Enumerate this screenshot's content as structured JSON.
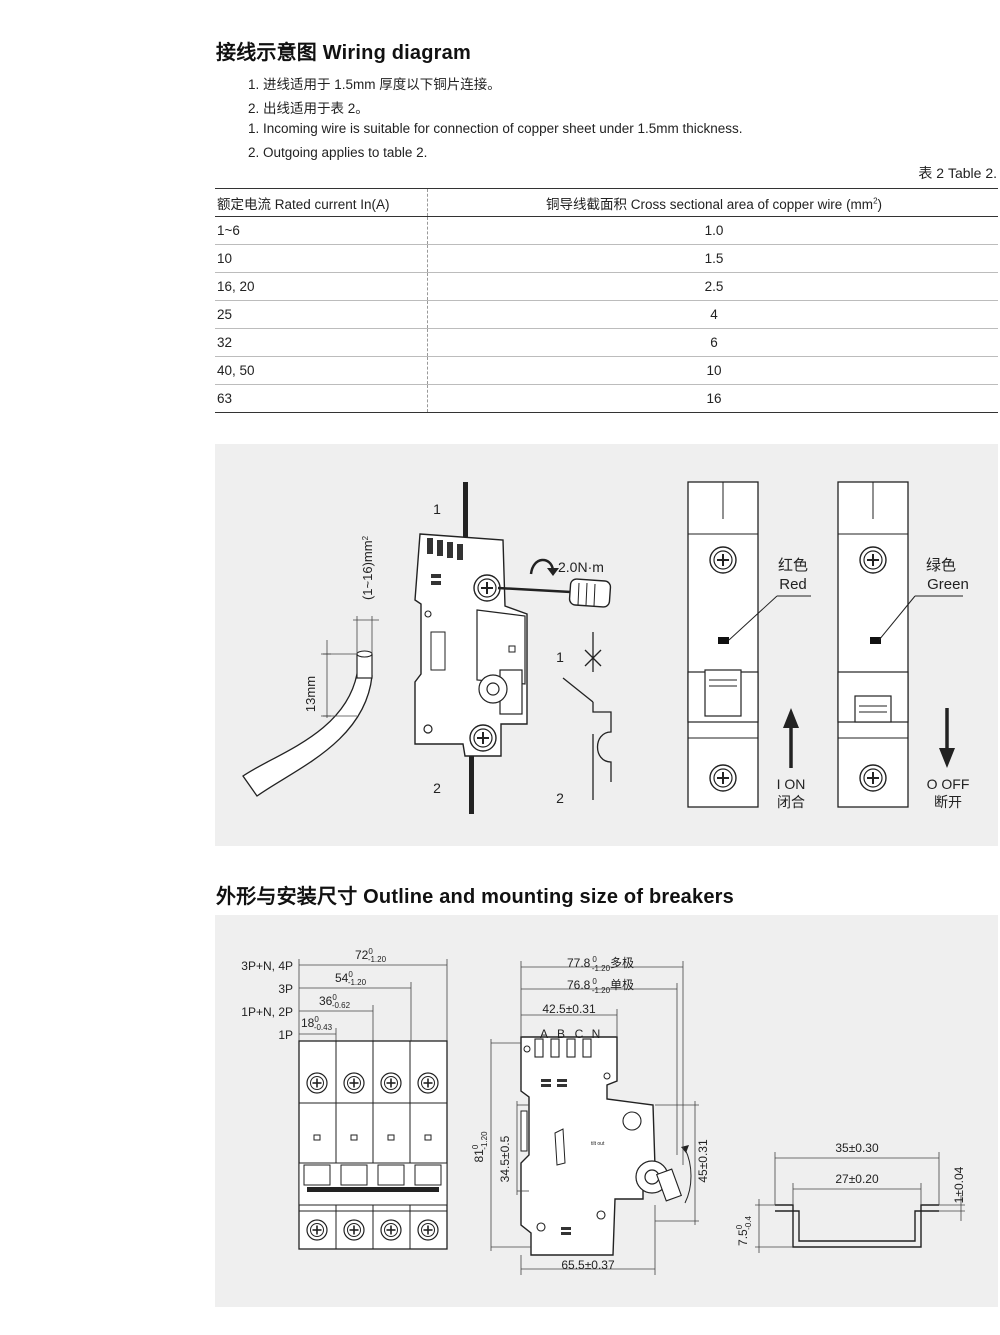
{
  "wiring": {
    "title": "接线示意图 Wiring diagram",
    "notes": [
      "1. 进线适用于 1.5mm 厚度以下铜片连接。",
      "2. 出线适用于表 2。",
      "1. Incoming wire is suitable for connection of copper sheet under 1.5mm thickness.",
      "2. Outgoing applies to table 2."
    ],
    "table_caption": "表 2 Table 2.",
    "table": {
      "header_current": "额定电流 Rated current In(A)",
      "header_area": "铜导线截面积 Cross sectional area of copper wire (mm",
      "header_area_sup": "2",
      "header_area_close": ")",
      "rows": [
        {
          "current": "1~6",
          "area": "1.0"
        },
        {
          "current": "10",
          "area": "1.5"
        },
        {
          "current": "16, 20",
          "area": "2.5"
        },
        {
          "current": "25",
          "area": "4"
        },
        {
          "current": "32",
          "area": "6"
        },
        {
          "current": "40, 50",
          "area": "10"
        },
        {
          "current": "63",
          "area": "16"
        }
      ]
    }
  },
  "diagram": {
    "terminal_top": "1",
    "terminal_bottom": "2",
    "torque": "2.0N·m",
    "wire_section": "(1~16)mm",
    "wire_section_sup": "2",
    "strip_length": "13mm",
    "schematic_top": "1",
    "schematic_bottom": "2",
    "red_cn": "红色",
    "red_en": "Red",
    "green_cn": "绿色",
    "green_en": "Green",
    "on_en": "I ON",
    "on_cn": "闭合",
    "off_en": "O OFF",
    "off_cn": "断开"
  },
  "outline": {
    "title": "外形与安装尺寸 Outline and mounting size of breakers",
    "poles": [
      "3P+N, 4P",
      "3P",
      "1P+N, 2P",
      "1P"
    ],
    "w4": "72",
    "w4_tol_up": "0",
    "w4_tol_dn": "-1.20",
    "w3": "54",
    "w3_tol_up": "0",
    "w3_tol_dn": "-1.20",
    "w2": "36",
    "w2_tol_up": "0",
    "w2_tol_dn": "-0.62",
    "w1": "18",
    "w1_tol_up": "0",
    "w1_tol_dn": "-0.43",
    "depth_multi": "77.8",
    "depth_multi_tol_up": "0",
    "depth_multi_tol_dn": "-1.20",
    "depth_multi_label": "多极",
    "depth_single": "76.8",
    "depth_single_tol_up": "0",
    "depth_single_tol_dn": "-1.20",
    "depth_single_label": "单极",
    "depth_front": "42.5±0.31",
    "terminals": [
      "A",
      "B",
      "C",
      "N"
    ],
    "height": "81",
    "height_tol_up": "0",
    "height_tol_dn": "-1.20",
    "dim_345": "34.5±0.5",
    "dim_45": "45±0.31",
    "dim_655": "65.5±0.37",
    "rail_w35": "35±0.30",
    "rail_w27": "27±0.20",
    "rail_t": "1±0.04",
    "rail_h": "7.5",
    "rail_h_tol_up": "0",
    "rail_h_tol_dn": "-0.4",
    "tilt_label": "tilt out"
  }
}
